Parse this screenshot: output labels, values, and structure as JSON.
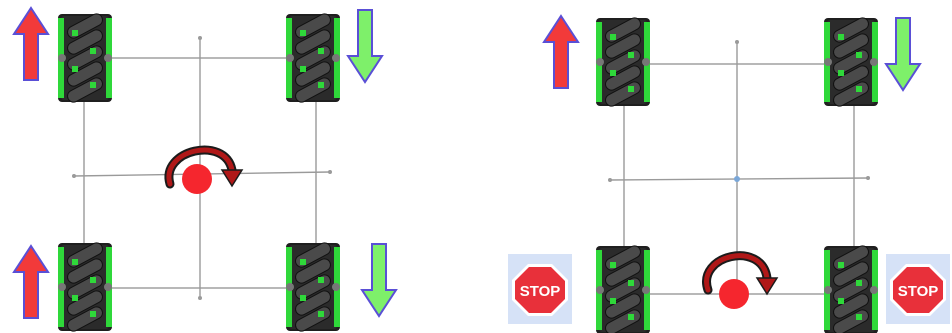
{
  "panels": [
    {
      "id": "left",
      "description_rotation": "clockwise",
      "wheels": [
        {
          "position": "front-left",
          "arrow": "up",
          "arrow_color": "#f23a3a"
        },
        {
          "position": "front-right",
          "arrow": "down",
          "arrow_color": "#7ef06a"
        },
        {
          "position": "rear-left",
          "arrow": "up",
          "arrow_color": "#f23a3a"
        },
        {
          "position": "rear-right",
          "arrow": "down",
          "arrow_color": "#7ef06a"
        }
      ],
      "pivot": "center"
    },
    {
      "id": "right",
      "description_rotation": "clockwise",
      "wheels": [
        {
          "position": "front-left",
          "arrow": "up",
          "arrow_color": "#f23a3a"
        },
        {
          "position": "front-right",
          "arrow": "down",
          "arrow_color": "#7ef06a"
        },
        {
          "position": "rear-left",
          "arrow": "stop"
        },
        {
          "position": "rear-right",
          "arrow": "stop"
        }
      ],
      "pivot": "rear-axle-center"
    }
  ],
  "stop_sign": {
    "text": "STOP",
    "color": "#e8303a"
  },
  "colors": {
    "frame": "#9a9a9a",
    "wheel_body": "#1f1f1f",
    "wheel_accent": "#2fd83a",
    "pivot": "#f5262e",
    "arrow_outline": "#5a4fd6",
    "rotation_arrow": "#b01818",
    "background": "#ffffff"
  }
}
